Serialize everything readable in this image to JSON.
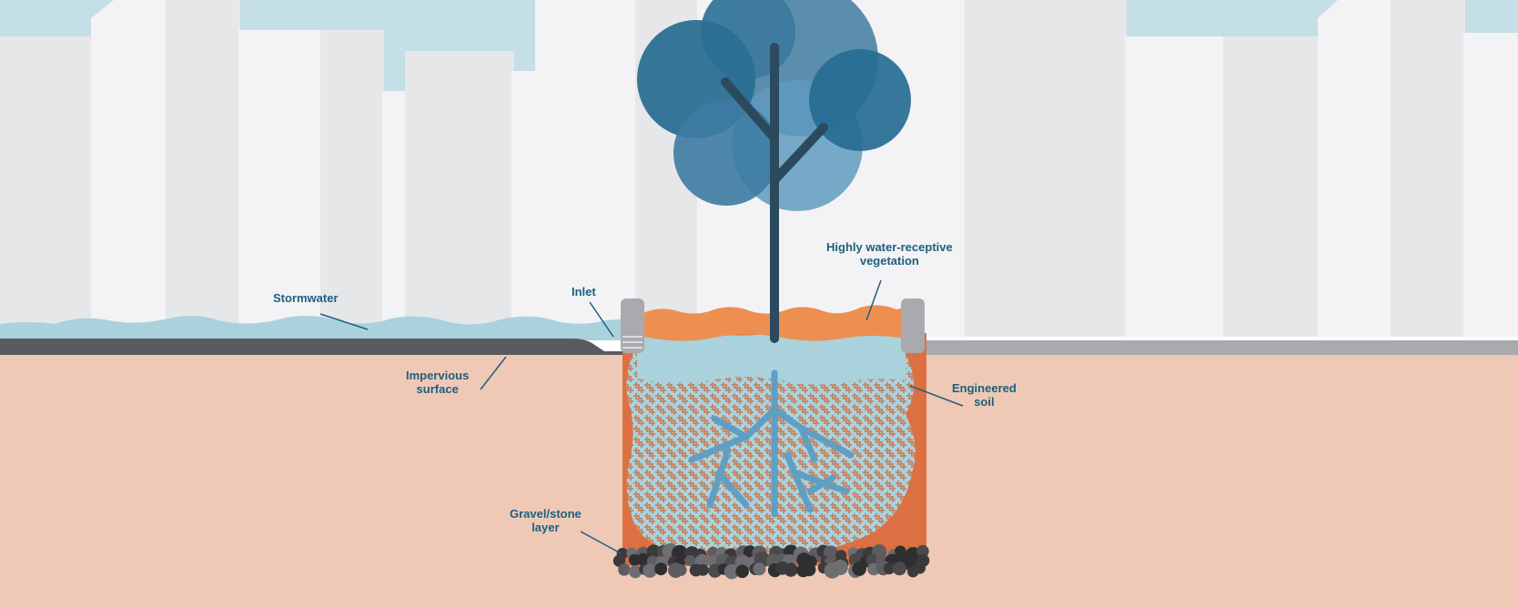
{
  "labels": {
    "stormwater": "Stormwater",
    "inlet": "Inlet",
    "vegetation_line1": "Highly water-receptive",
    "vegetation_line2": "vegetation",
    "impervious_line1": "Impervious",
    "impervious_line2": "surface",
    "engineered_line1": "Engineered",
    "engineered_line2": "soil",
    "gravel_line1": "Gravel/stone",
    "gravel_line2": "layer"
  },
  "colors": {
    "sky": "#c4dfe6",
    "building_light": "#f3f3f5",
    "building_mid": "#e6e7e9",
    "ground": "#efc9b6",
    "pavement": "#5a5b5e",
    "sidewalk": "#a9aaad",
    "water": "#a9d2dd",
    "mulch": "#ee8f52",
    "soil": "#dc7043",
    "tree_trunk": "#2c4a5e",
    "canopy": "#2a6f94",
    "roots": "#5f9fc4",
    "label_text": "#1d5f7d",
    "gravel": "#3a3a3c"
  }
}
